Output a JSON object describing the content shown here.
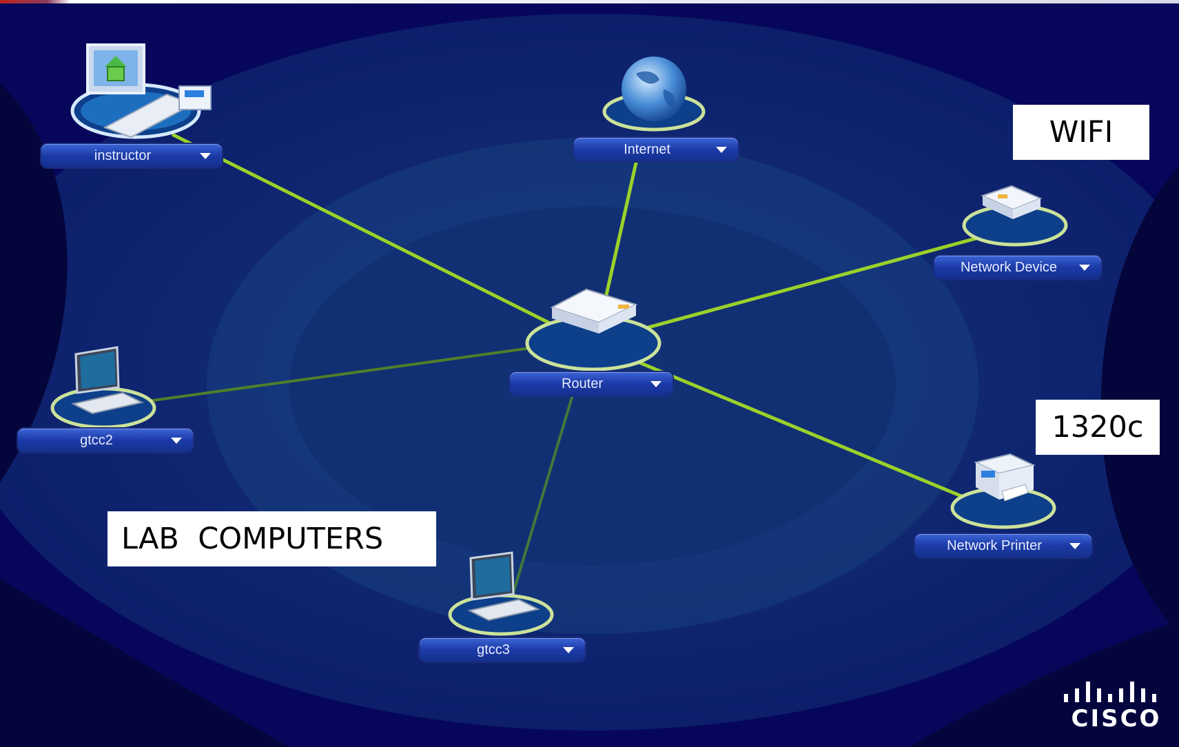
{
  "devices": {
    "instructor": {
      "label": "instructor",
      "icon": "desktop-home-icon"
    },
    "internet": {
      "label": "Internet",
      "icon": "globe-icon"
    },
    "network_device": {
      "label": "Network Device",
      "icon": "wireless-router-icon"
    },
    "router": {
      "label": "Router",
      "icon": "router-icon"
    },
    "gtcc2": {
      "label": "gtcc2",
      "icon": "laptop-icon"
    },
    "gtcc3": {
      "label": "gtcc3",
      "icon": "laptop-icon"
    },
    "network_printer": {
      "label": "Network Printer",
      "icon": "printer-icon"
    }
  },
  "annotations": {
    "wifi": "WIFI",
    "printer_model": "1320c",
    "lab": "LAB  COMPUTERS"
  },
  "logo": {
    "wordmark": "CISCO"
  },
  "colors": {
    "background": "#06075a",
    "link": "#9bd12a",
    "label_bar": "#1b3aa6",
    "annotation_box": "#ffffff"
  }
}
